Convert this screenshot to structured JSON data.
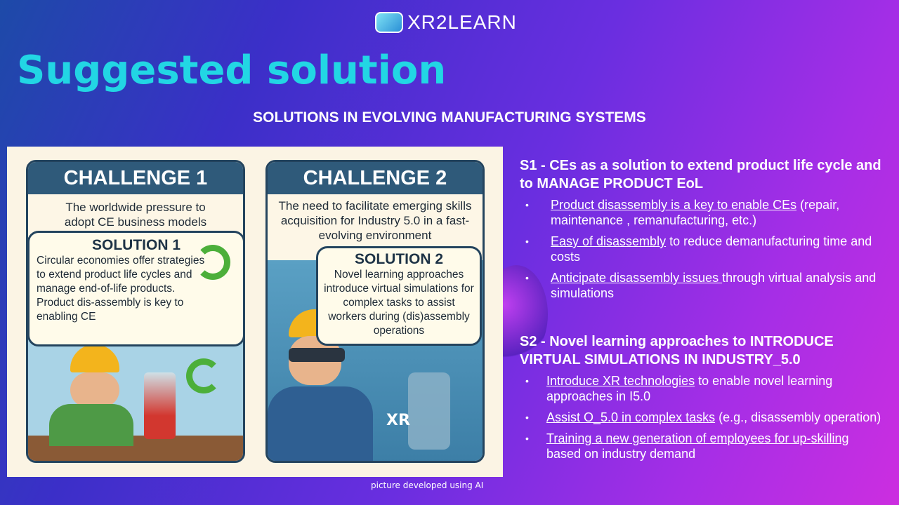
{
  "logo": "XR2LEARN",
  "title": "Suggested solution",
  "subtitle": "SOLUTIONS IN EVOLVING MANUFACTURING SYSTEMS",
  "picture": {
    "c1_title": "CHALLENGE 1",
    "c1_text": "The worldwide pressure to adopt CE business models",
    "s1_title": "SOLUTION 1",
    "s1_text": "Circular economies offer strategies to extend product life cycles and manage end-of-life products. Product dis-assembly is key to enabling CE",
    "c2_title": "CHALLENGE 2",
    "c2_text": "The need to facilitate emerging skills acquisition for Industry 5.0 in a fast-evolving environment",
    "s2_title": "SOLUTION 2",
    "s2_text": "Novel learning approaches introduce virtual simulations for complex tasks to assist workers during (dis)assembly operations",
    "xr": "XR"
  },
  "caption": "picture developed using AI",
  "s1": {
    "heading": "S1 -  CEs as a solution to extend product life cycle and to MANAGE PRODUCT EoL",
    "items": [
      {
        "u": "Product disassembly is a key to enable CEs",
        "t": " (repair, maintenance , remanufacturing, etc.)"
      },
      {
        "u": "Easy of disassembly",
        "t": " to reduce demanufacturing time and costs"
      },
      {
        "u": "Anticipate disassembly issues ",
        "t": "through virtual analysis and simulations"
      }
    ]
  },
  "s2": {
    "heading": "S2 -  Novel learning approaches to INTRODUCE VIRTUAL SIMULATIONS IN INDUSTRY_5.0",
    "items": [
      {
        "u": "Introduce XR technologies",
        "t": " to enable novel learning approaches in I5.0"
      },
      {
        "u": "Assist O_5.0 in complex tasks",
        "t": " (e.g., disassembly operation)"
      },
      {
        "u": "Training a new generation of employees for up-skilling",
        "t": " based on industry demand"
      }
    ]
  }
}
